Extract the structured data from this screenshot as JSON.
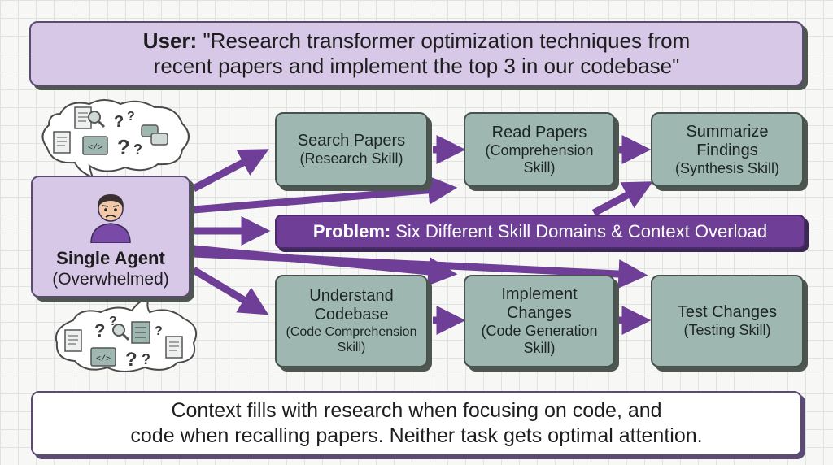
{
  "user_request": {
    "speaker": "User:",
    "text_line1": " \"Research transformer optimization techniques from",
    "text_line2": "recent papers and implement the top 3 in our codebase\""
  },
  "agent": {
    "name": "Single Agent",
    "state": "(Overwhelmed)",
    "face_icon": "worried-person-icon"
  },
  "thought_bubbles": {
    "icons": [
      "document-icon",
      "magnifier-icon",
      "question-mark-icon",
      "chat-bubbles-icon",
      "code-window-icon",
      "list-icon"
    ]
  },
  "skills": [
    {
      "id": "search-papers",
      "title_lines": [
        "Search Papers"
      ],
      "sub_lines": [
        "(Research Skill)"
      ]
    },
    {
      "id": "read-papers",
      "title_lines": [
        "Read Papers"
      ],
      "sub_lines": [
        "(Comprehension",
        "Skill)"
      ]
    },
    {
      "id": "summarize-findings",
      "title_lines": [
        "Summarize",
        "Findings"
      ],
      "sub_lines": [
        "(Synthesis Skill)"
      ]
    },
    {
      "id": "understand-codebase",
      "title_lines": [
        "Understand",
        "Codebase"
      ],
      "sub_lines": [
        "(Code Comprehension",
        "Skill)"
      ]
    },
    {
      "id": "implement-changes",
      "title_lines": [
        "Implement",
        "Changes"
      ],
      "sub_lines": [
        "(Code Generation",
        "Skill)"
      ]
    },
    {
      "id": "test-changes",
      "title_lines": [
        "Test Changes"
      ],
      "sub_lines": [
        "(Testing Skill)"
      ]
    }
  ],
  "problem": {
    "label": "Problem:",
    "text": "Six Different Skill Domains & Context Overload"
  },
  "conclusion": {
    "line1": "Context fills with research when focusing on code, and",
    "line2": "code when recalling papers. Neither task gets optimal attention."
  },
  "colors": {
    "lavender": "#d8c8e8",
    "skill_teal": "#9fb7b1",
    "arrow_purple": "#6f3f98",
    "border_dark": "#4a4a4a"
  }
}
